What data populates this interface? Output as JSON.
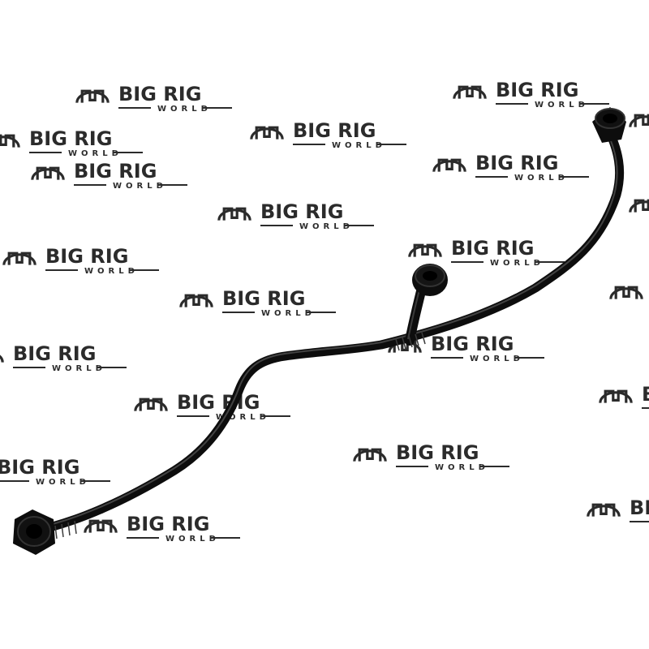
{
  "watermark": {
    "brand_line1": "BIG RIG",
    "brand_line2": "WORLD",
    "color": "#1a1a1a"
  },
  "part": {
    "description": "black plastic coolant/fuel line tube with quick-connect fittings",
    "color": "#0d0d0d",
    "highlight": "#5a5a5a"
  }
}
